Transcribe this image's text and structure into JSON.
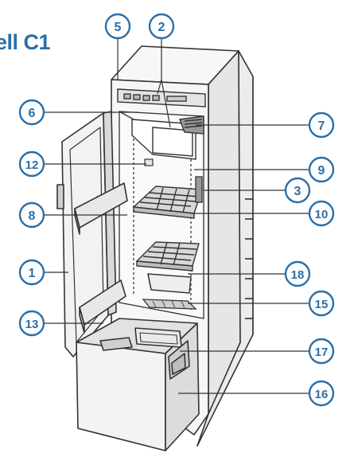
{
  "title": "ell C1",
  "colors": {
    "title": "#2a6fa8",
    "callout": "#2a6fa8",
    "callout_fill": "#ffffff",
    "line": "#333333",
    "body": "#f4f4f4",
    "shade": "#d8d8d8"
  },
  "callouts": [
    {
      "id": "1",
      "points_to": "door"
    },
    {
      "id": "2",
      "points_to": "freezer-compartment"
    },
    {
      "id": "3",
      "points_to": "right-side-control"
    },
    {
      "id": "5",
      "points_to": "top-control-panel"
    },
    {
      "id": "6",
      "points_to": "interior-light"
    },
    {
      "id": "7",
      "points_to": "freezer-flap"
    },
    {
      "id": "8",
      "points_to": "interior-wall"
    },
    {
      "id": "9",
      "points_to": "drip-tray"
    },
    {
      "id": "10",
      "points_to": "upper-shelf"
    },
    {
      "id": "12",
      "points_to": "evaporator"
    },
    {
      "id": "13",
      "points_to": "door-bin"
    },
    {
      "id": "15",
      "points_to": "crisper-shelf"
    },
    {
      "id": "16",
      "points_to": "drawer"
    },
    {
      "id": "17",
      "points_to": "drawer-handle"
    },
    {
      "id": "18",
      "points_to": "bottle-holder"
    }
  ]
}
